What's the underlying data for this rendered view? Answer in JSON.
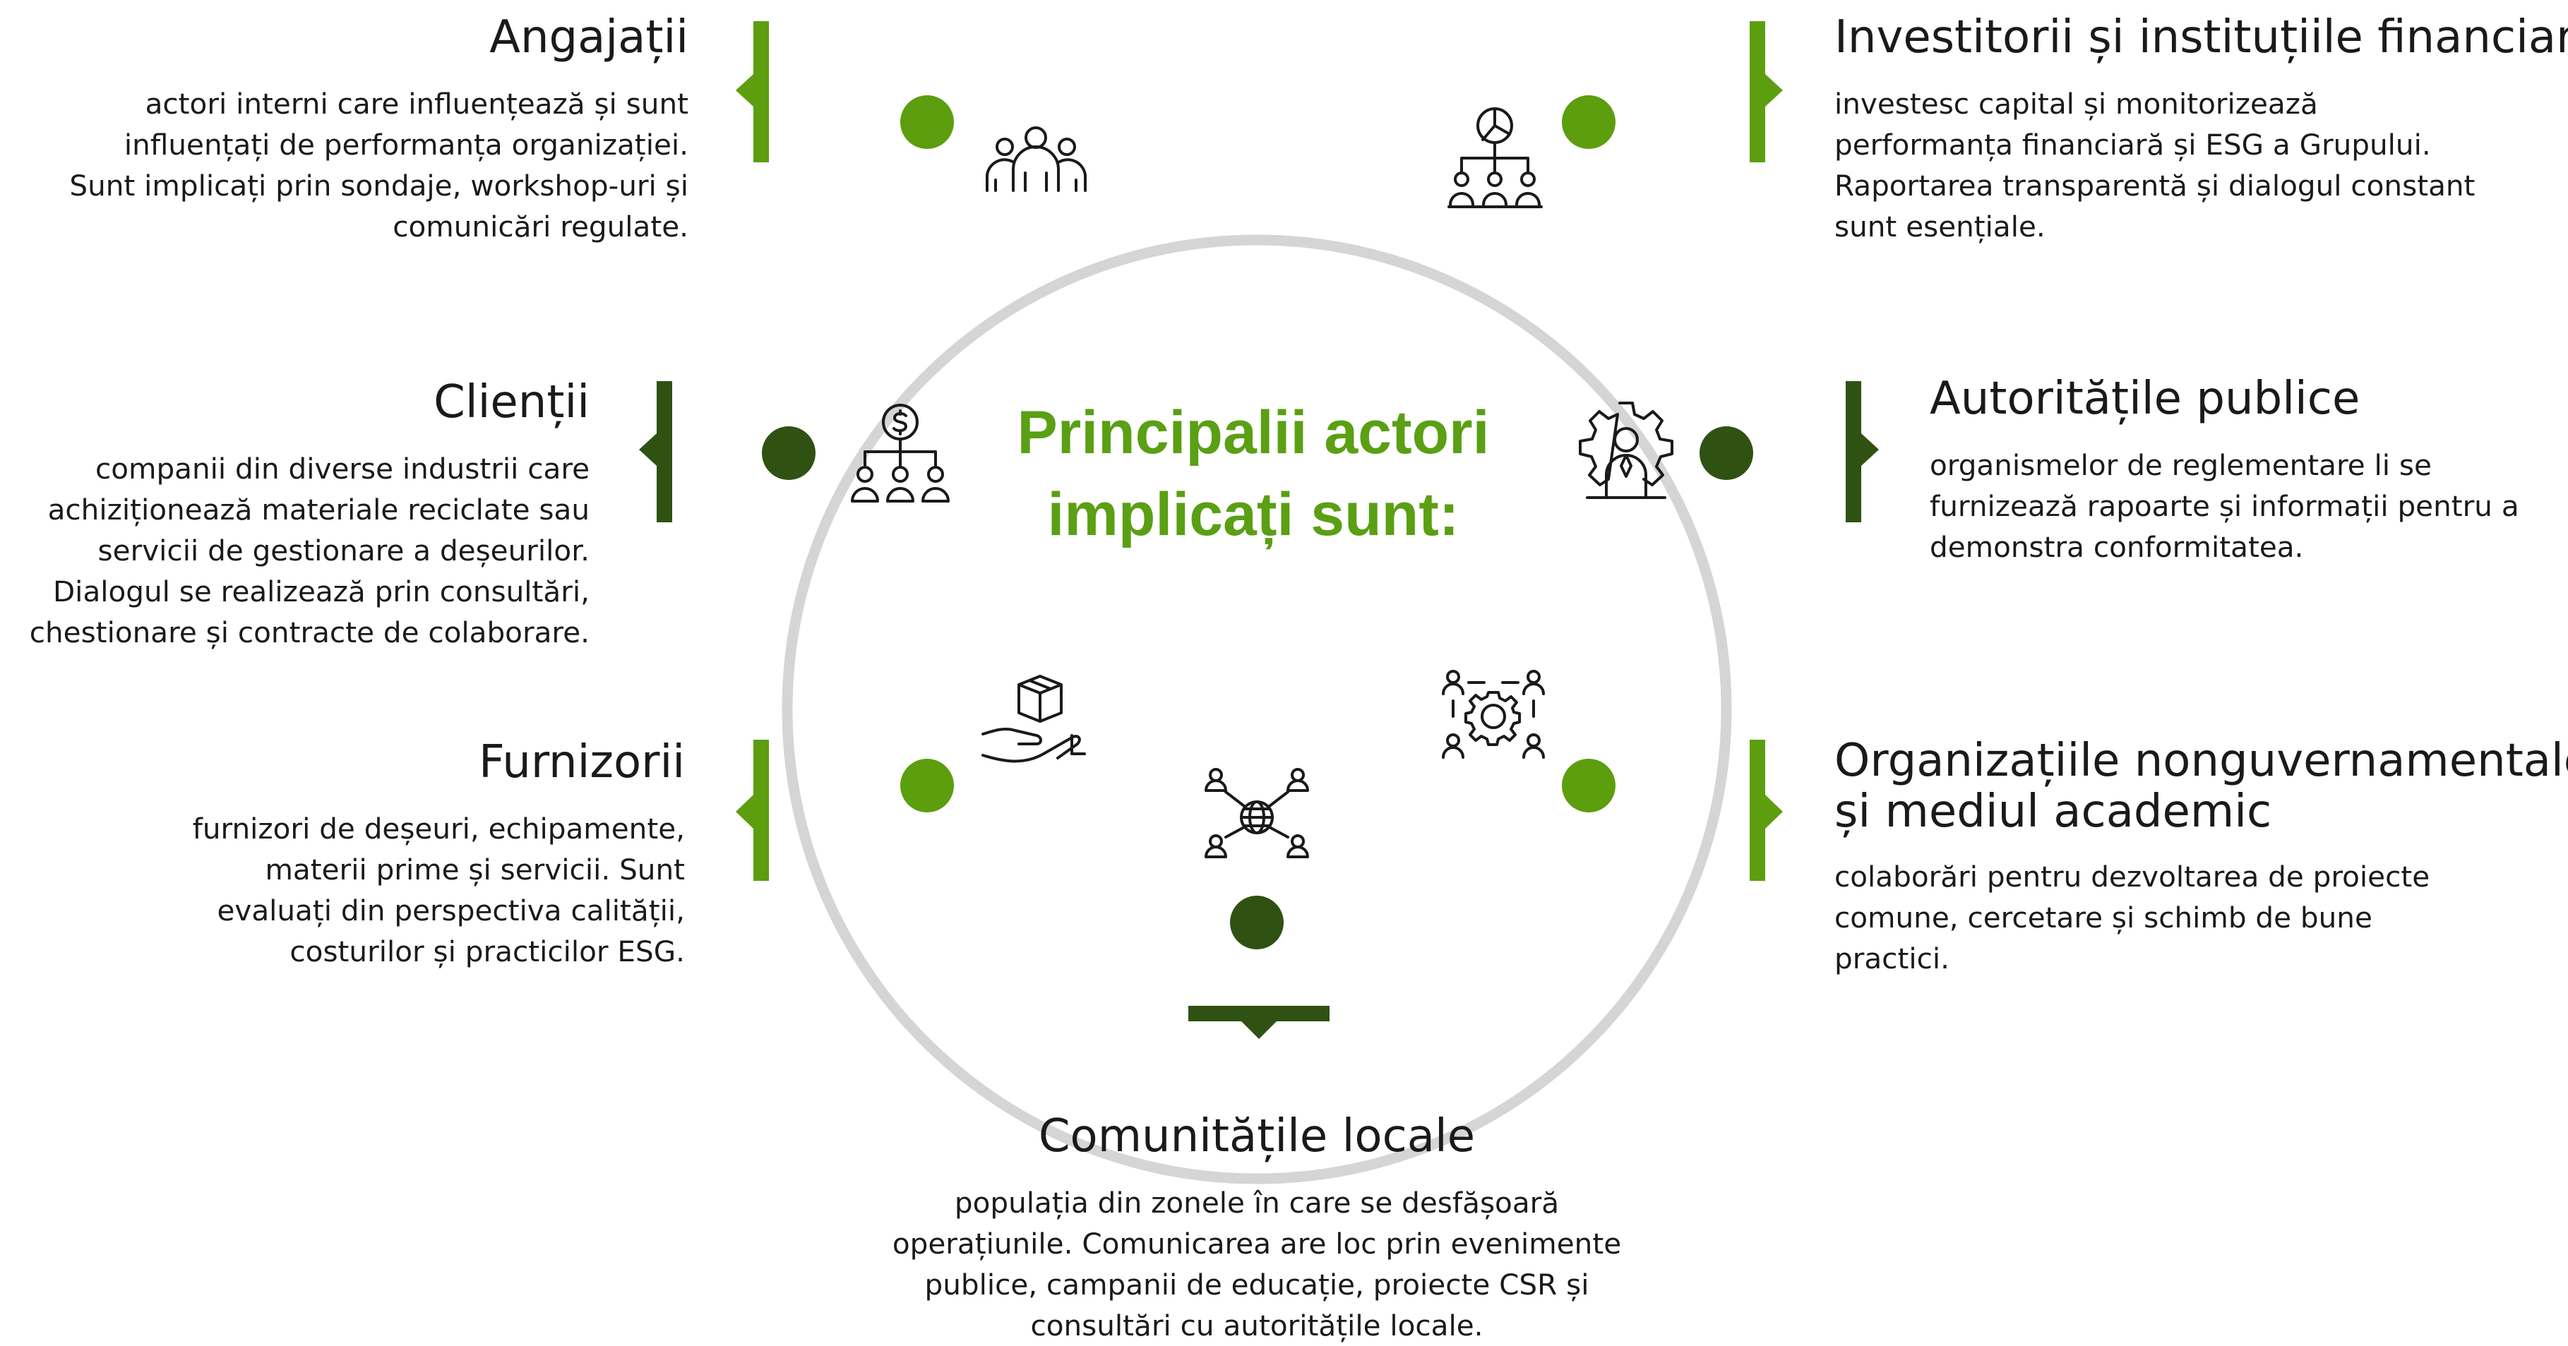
{
  "center_title": [
    "Principalii actori",
    "implicați sunt:"
  ],
  "colors": {
    "light_green": "#5c9e0e",
    "dark_green": "#2f5213",
    "ring_gray": "#d5d5d5",
    "center_title": "#5a9f14"
  },
  "stakeholders": {
    "angajatii": {
      "title": "Angajații",
      "description": [
        "actori interni care influențează și sunt",
        "influențați de performanța organizației.",
        "Sunt implicați prin sondaje, workshop-uri și",
        "comunicări regulate."
      ],
      "icon": "team-icon"
    },
    "clientii": {
      "title": "Clienții",
      "description": [
        "companii din diverse industrii care",
        "achiziționează materiale reciclate sau",
        "servicii de gestionare a deșeurilor.",
        "Dialogul se realizează prin consultări,",
        "chestionare și contracte de colaborare."
      ],
      "icon": "client-hierarchy-icon"
    },
    "furnizorii": {
      "title": "Furnizorii",
      "description": [
        "furnizori de deșeuri, echipamente,",
        "materii prime și servicii. Sunt",
        "evaluați din perspectiva calității,",
        "costurilor și practicilor ESG."
      ],
      "icon": "box-in-hand-icon"
    },
    "investitorii": {
      "title": "Investitorii și instituțiile financiare",
      "description": [
        "investesc capital și monitorizează",
        "performanța financiară și ESG a Grupului.",
        "Raportarea transparentă și dialogul constant",
        "sunt esențiale."
      ],
      "icon": "chart-hierarchy-icon"
    },
    "autoritatile": {
      "title": "Autoritățile publice",
      "description": [
        "organismelor de reglementare li se",
        "furnizează rapoarte și informații pentru a",
        "demonstra conformitatea."
      ],
      "icon": "gear-person-icon"
    },
    "ong": {
      "title": [
        "Organizațiile nonguvernamentale",
        "și mediul academic"
      ],
      "description": [
        "colaborări pentru dezvoltarea de proiecte",
        "comune, cercetare și schimb de bune",
        "practici."
      ],
      "icon": "people-around-gear-icon"
    },
    "comunitatile": {
      "title": "Comunitățile locale",
      "description": [
        "populația din zonele în care se desfășoară",
        "operațiunile. Comunicarea are loc prin evenimente",
        "publice, campanii de educație, proiecte CSR și",
        "consultări cu autoritățile locale."
      ],
      "icon": "globe-network-icon"
    }
  }
}
